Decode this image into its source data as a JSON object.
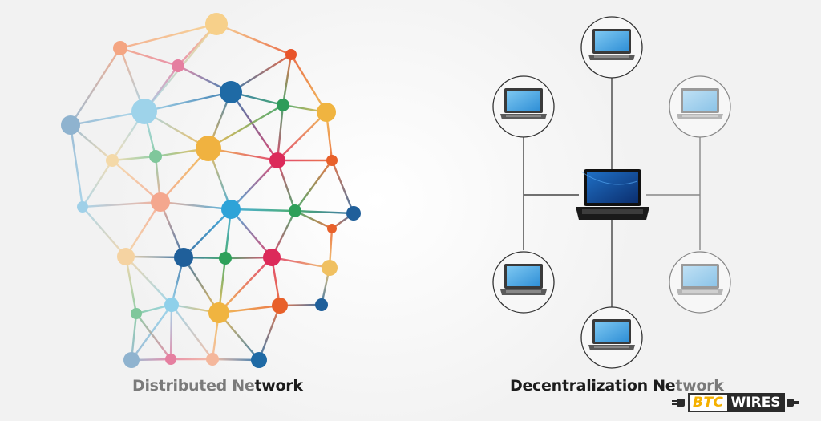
{
  "distributed": {
    "label_part1": "Distributed Ne",
    "label_part2": "twork",
    "nodes": [
      {
        "color": "#f7d08a"
      },
      {
        "color": "#f4a582"
      },
      {
        "color": "#e57fa0"
      },
      {
        "color": "#e8542a"
      },
      {
        "color": "#8fb3cf"
      },
      {
        "color": "#9ed3ea"
      },
      {
        "color": "#1f6aa5"
      },
      {
        "color": "#2e9c5a"
      },
      {
        "color": "#f0b440"
      },
      {
        "color": "#f4d9a8"
      },
      {
        "color": "#7fc79b"
      },
      {
        "color": "#f0b240"
      },
      {
        "color": "#dc2a5a"
      },
      {
        "color": "#e8602a"
      },
      {
        "color": "#9fd0e8"
      },
      {
        "color": "#f4a78e"
      },
      {
        "color": "#2ea3d8"
      },
      {
        "color": "#2ea05a"
      },
      {
        "color": "#1f5f9a"
      },
      {
        "color": "#e8602a"
      },
      {
        "color": "#f5d3a2"
      },
      {
        "color": "#1f5f9a"
      },
      {
        "color": "#2ea05a"
      },
      {
        "color": "#dc2a5a"
      },
      {
        "color": "#f0c060"
      },
      {
        "color": "#7fc79b"
      },
      {
        "color": "#8fd0ea"
      },
      {
        "color": "#f0b440"
      },
      {
        "color": "#e8602a"
      },
      {
        "color": "#1f5f9a"
      },
      {
        "color": "#8fb3cf"
      },
      {
        "color": "#e57fa0"
      },
      {
        "color": "#f4b79c"
      },
      {
        "color": "#1f6aa5"
      }
    ]
  },
  "decentralized": {
    "label_part1": "Decentralization Ne",
    "label_part2": "twork",
    "hub": {
      "name": "central-laptop"
    },
    "peers": [
      {
        "name": "top"
      },
      {
        "name": "left-upper"
      },
      {
        "name": "right-upper"
      },
      {
        "name": "left-lower"
      },
      {
        "name": "right-lower"
      },
      {
        "name": "bottom"
      }
    ]
  },
  "logo": {
    "part1": "BTC",
    "part2": "WIRES"
  }
}
